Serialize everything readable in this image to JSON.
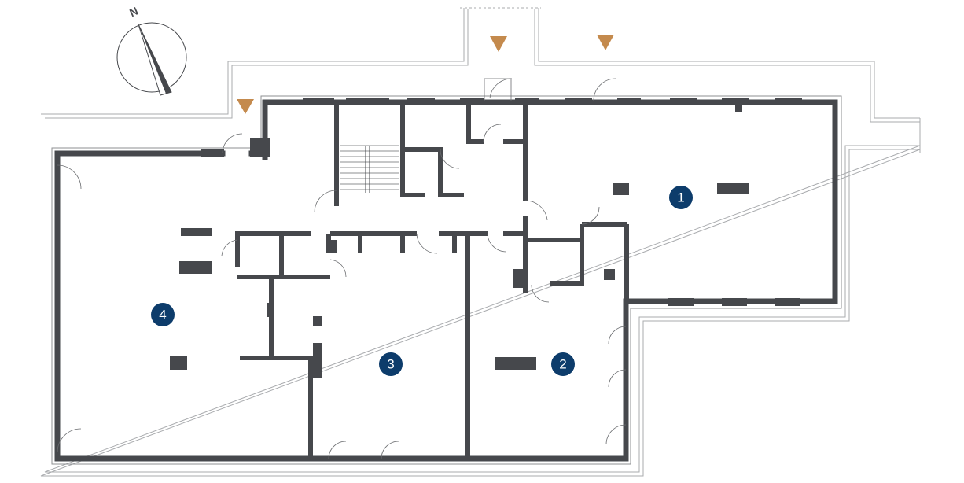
{
  "compass": {
    "label": "N"
  },
  "rooms": [
    {
      "number": "1"
    },
    {
      "number": "2"
    },
    {
      "number": "3"
    },
    {
      "number": "4"
    }
  ],
  "colors": {
    "wall": "#46484c",
    "marker": "#0d3c6b",
    "entrance": "#c48a4d"
  }
}
